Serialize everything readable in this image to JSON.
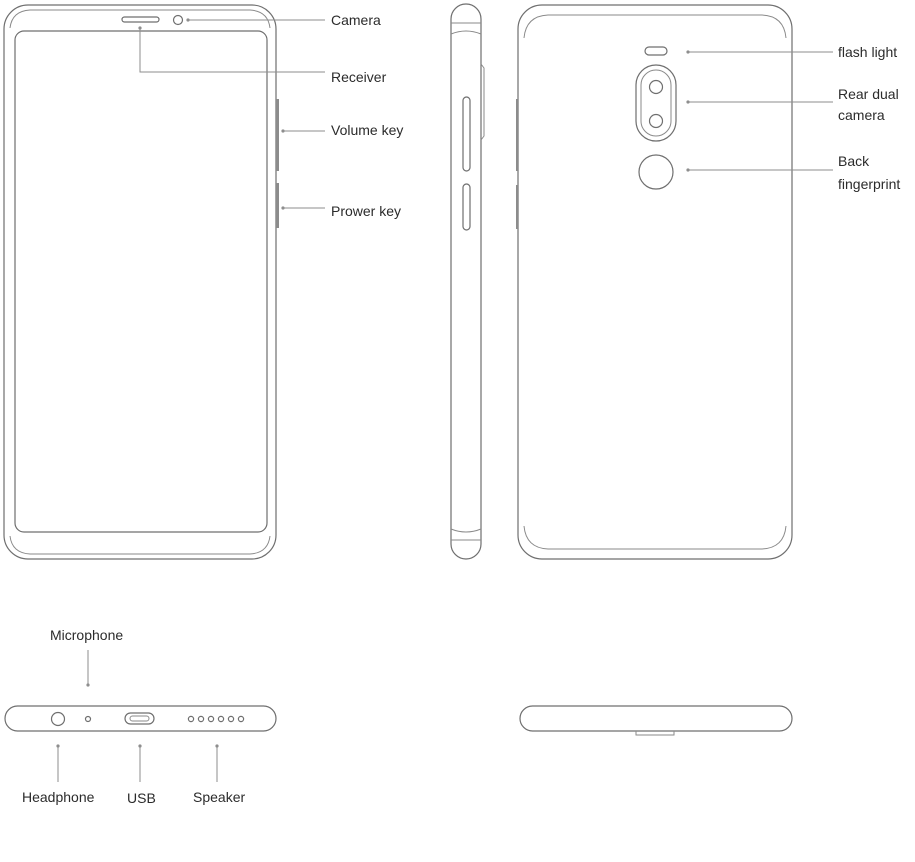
{
  "labels": {
    "camera": "Camera",
    "receiver": "Receiver",
    "volume_key": "Volume key",
    "power_key": "Prower key",
    "flash_light": "flash light",
    "rear_dual_camera_line1": "Rear dual",
    "rear_dual_camera_line2": "camera",
    "back_fingerprint_line1": "Back",
    "back_fingerprint_line2": "fingerprint",
    "microphone": "Microphone",
    "headphone": "Headphone",
    "usb": "USB",
    "speaker": "Speaker"
  },
  "colors": {
    "outline": "#6f6f6f",
    "leader": "#8e8e8e",
    "text": "#2b2b2b"
  }
}
